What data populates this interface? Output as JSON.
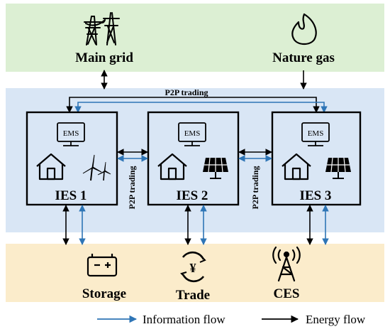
{
  "top": {
    "main_grid_label": "Main grid",
    "nature_gas_label": "Nature gas"
  },
  "middle": {
    "p2p_top_label": "P2P trading",
    "p2p_left_label": "P2P trading",
    "p2p_right_label": "P2P trading",
    "ies": [
      {
        "label": "IES 1",
        "ems_label": "EMS",
        "source_icon": "wind-turbine-icon"
      },
      {
        "label": "IES 2",
        "ems_label": "EMS",
        "source_icon": "solar-panel-icon"
      },
      {
        "label": "IES 3",
        "ems_label": "EMS",
        "source_icon": "solar-panel-icon"
      }
    ]
  },
  "bottom": {
    "storage_label": "Storage",
    "trade_label": "Trade",
    "ces_label": "CES"
  },
  "legend": {
    "information_flow": "Information flow",
    "energy_flow": "Energy flow"
  },
  "colors": {
    "top_band": "#dcefd3",
    "middle_band": "#d9e6f5",
    "bottom_band": "#fbeccb",
    "information_flow": "#2e75b6",
    "energy_flow": "#000000"
  }
}
